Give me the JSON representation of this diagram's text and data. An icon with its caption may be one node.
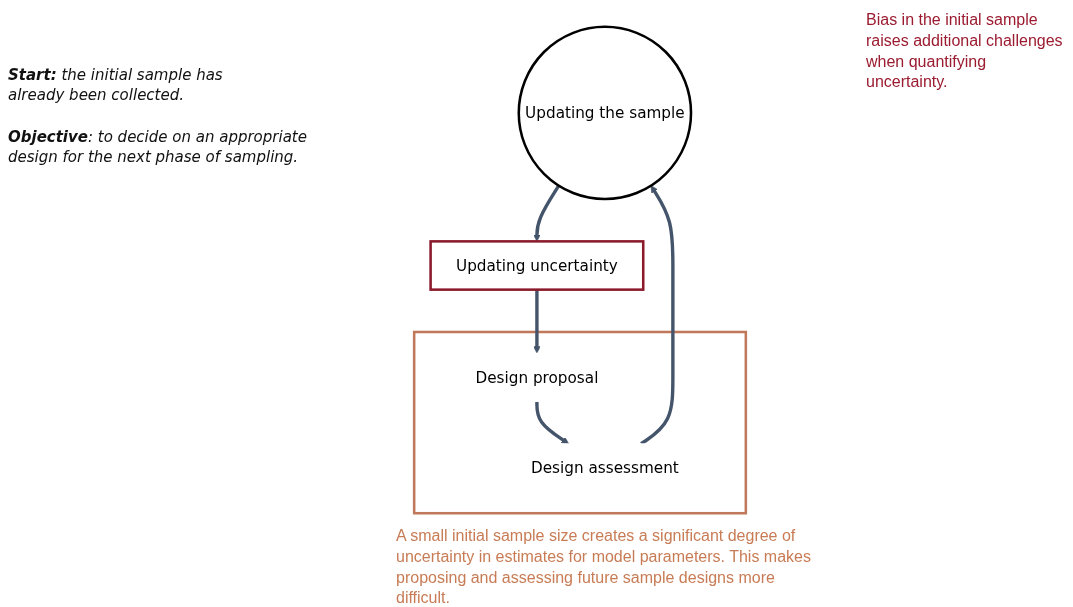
{
  "diagram": {
    "nodes": [
      {
        "text": [
          "Updating the sample"
        ]
      },
      {
        "text": [
          "Updating uncertainty"
        ]
      },
      {
        "text": [],
        "shape": "box"
      },
      {
        "text": [
          "Design proposal"
        ],
        "in": 2
      },
      {
        "text": [
          "Design assessment"
        ],
        "in": 2
      }
    ],
    "edges": [
      {
        "from": 0,
        "to": 1,
        "arrow": "to"
      },
      {
        "from": 1,
        "to": 3,
        "arrow": "to"
      },
      {
        "from": 3,
        "to": 4,
        "arrow": "to"
      },
      {
        "from": 4,
        "to": 0,
        "arrow": "to"
      }
    ],
    "labels": [
      "**Start:** the initial sample has already been collected.",
      "**Objective**: to decide on an appropriate design for the next phase of sampling.",
      "Bias in the initial sample raises additional challenges when quantifying uncertainty.",
      "A small initial sample size creates a significant degree of uncertainty in estimates for model parameters. This makes proposing and assessing future sample designs more difficult."
    ]
  }
}
